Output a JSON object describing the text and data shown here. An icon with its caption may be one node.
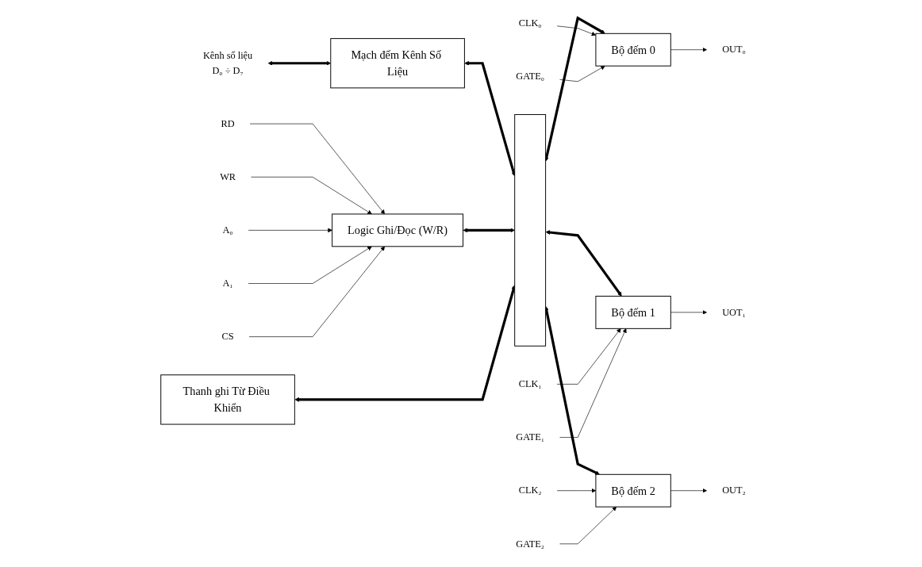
{
  "diagram": {
    "nodes": [
      {
        "text": [
          "Kênh số liệu",
          "D₀ ÷ D₇"
        ]
      },
      {
        "text": [
          "Mạch đếm Kênh Số Liệu"
        ]
      },
      {
        "text": [],
        "shape": "bar"
      },
      {
        "text": [
          "Bộ đếm 0"
        ]
      },
      {
        "text": [
          "CLK₀"
        ]
      },
      {
        "text": [
          "GATE₀"
        ]
      },
      {
        "text": [
          "OUT₀"
        ]
      },
      {
        "text": [
          "RD"
        ]
      },
      {
        "text": [
          "WR"
        ]
      },
      {
        "text": [
          "A₀"
        ]
      },
      {
        "text": [
          "A₁"
        ]
      },
      {
        "text": [
          "Logic Ghi/Đọc (W/R)"
        ]
      },
      {
        "text": [
          "Bộ đếm 1"
        ]
      },
      {
        "text": [
          "CLK₁"
        ]
      },
      {
        "text": [
          "GATE₁"
        ]
      },
      {
        "text": [
          "UOT₁"
        ]
      },
      {
        "text": [
          "CS"
        ]
      },
      {
        "text": [
          "Thanh ghi Từ Điều Khiển"
        ]
      },
      {
        "text": [
          "Bộ đếm 2"
        ]
      },
      {
        "text": [
          "CLK₂"
        ]
      },
      {
        "text": [
          "GATE₂"
        ]
      },
      {
        "text": [
          "OUT₂"
        ]
      }
    ],
    "edges": [
      {
        "from": 0,
        "to": 1,
        "arrow": "both",
        "style": "thick"
      },
      {
        "from": 1,
        "to": 2,
        "arrow": "both",
        "style": "thick"
      },
      {
        "from": 2,
        "to": 3,
        "arrow": "both",
        "style": "thick"
      },
      {
        "from": 4,
        "to": 3,
        "arrow": "to"
      },
      {
        "from": 5,
        "to": 3,
        "arrow": "to"
      },
      {
        "from": 3,
        "to": 6,
        "arrow": "to"
      },
      {
        "from": 7,
        "to": 11,
        "arrow": "to"
      },
      {
        "from": 8,
        "to": 11,
        "arrow": "to"
      },
      {
        "from": 9,
        "to": 11,
        "arrow": "to"
      },
      {
        "from": 10,
        "to": 11,
        "arrow": "to"
      },
      {
        "from": 11,
        "to": 2,
        "arrow": "both",
        "style": "thick"
      },
      {
        "from": 2,
        "to": 12,
        "arrow": "both",
        "style": "thick"
      },
      {
        "from": 13,
        "to": 12,
        "arrow": "to"
      },
      {
        "from": 14,
        "to": 12,
        "arrow": "to"
      },
      {
        "from": 12,
        "to": 15,
        "arrow": "to"
      },
      {
        "from": 16,
        "to": 11,
        "arrow": "to"
      },
      {
        "from": 17,
        "to": 2,
        "arrow": "both",
        "style": "thick"
      },
      {
        "from": 2,
        "to": 18,
        "arrow": "both",
        "style": "thick"
      },
      {
        "from": 19,
        "to": 18,
        "arrow": "to"
      },
      {
        "from": 20,
        "to": 18,
        "arrow": "to"
      },
      {
        "from": 18,
        "to": 21,
        "arrow": "to"
      }
    ]
  }
}
